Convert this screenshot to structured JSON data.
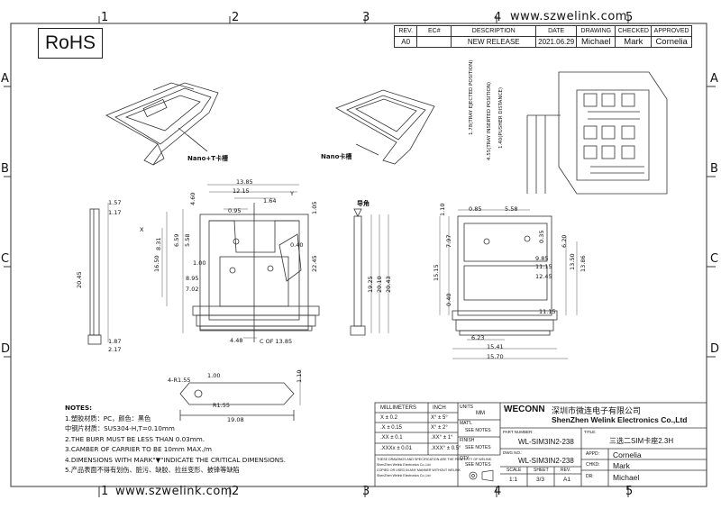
{
  "border": {
    "top_numbers": [
      "1",
      "2",
      "3",
      "4",
      "5"
    ],
    "bottom_numbers": [
      "1",
      "2",
      "3",
      "4",
      "5"
    ],
    "side_letters": [
      "A",
      "B",
      "C",
      "D"
    ]
  },
  "rohs": "RoHS",
  "website": "www.szwelink.com",
  "revision": {
    "headers": [
      "REV.",
      "EC#",
      "DESCRIPTION",
      "DATE",
      "DRAWING",
      "CHECKED",
      "APPROVED"
    ],
    "row": [
      "A0",
      "",
      "NEW RELEASE",
      "2021.06.29",
      "Michael",
      "Mark",
      "Cornelia"
    ]
  },
  "view_labels": {
    "iso_left": "Nano+T卡槽",
    "iso_right": "Nano卡槽",
    "chamfer": "导角"
  },
  "notes": {
    "title": "NOTES:",
    "lines": [
      "1.塑胶材质：PC，颜色：黑色",
      "  中钢片材质：SUS304-H,T=0.10mm",
      "2.THE BURR MUST BE LESS THAN 0.03mm.",
      "3.CAMBER OF CARRIER TO BE 10mm MAX./m",
      "4.DIMENSIONS WITH MARK\"▼\"INDICATE THE CRITICAL DIMENSIONS.",
      "5.产品表面不得有划伤、脏污、缺胶、拉丝变形、披锋等缺陷"
    ]
  },
  "dimensions": {
    "front_left": [
      "1.57",
      "1.17",
      "20.45",
      "1.87",
      "2.17"
    ],
    "front_top": [
      "13.85",
      "12.15",
      "1.64",
      "0.95",
      "1.05"
    ],
    "front_mid": [
      "8.31",
      "6.59",
      "5.58",
      "1.00",
      "8.95",
      "7.02",
      "16.50",
      "0.40",
      "4.60",
      "22.45",
      "4.48",
      "13.85"
    ],
    "side": [
      "19.25",
      "20.10",
      "20.43"
    ],
    "right_view": [
      "0.85",
      "5.58",
      "1.10",
      "15.15",
      "7.97",
      "0.35",
      "9.85",
      "11.15",
      "12.45",
      "0.40",
      "13.50",
      "13.86",
      "6.20",
      "11.15",
      "6.23",
      "15.41",
      "15.70"
    ],
    "iso_callouts": [
      "1.78(TRAY EJECTED POSITION)",
      "4.55(TRAY INSERTED POSITION)",
      "1.40(PUSHER DISTANCE)"
    ],
    "bottom": [
      "R1.55",
      "4-R1.55",
      "1.00",
      "19.08",
      "1.10"
    ],
    "center_mark": "C OF 13.85",
    "axis_x": "X",
    "axis_y": "Y"
  },
  "title_block": {
    "millimeters": "MILLIMETERS",
    "inch": "INCH",
    "tolerances_mm": [
      "X  ± 0.2",
      ".X  ± 0.15",
      ".XX  ± 0.1",
      ".XXXx  ± 0.01"
    ],
    "tolerances_deg": [
      "X°  ± 5°",
      "X°  ± 2°",
      ".XX°  ± 1°",
      ".XXX°  ± 0.5°"
    ],
    "units_label": "UNITS",
    "units_value": "MM",
    "matl_label": "MAT'L",
    "matl_value": "SEE NOTES",
    "finish_label": "FINISH",
    "finish_value": "SEE NOTES",
    "qty_label": "QTY",
    "qty_value": "SEE NOTES",
    "disclaimer": [
      "THESE DRAWINGS AND SPECIFICATION ARE THE PROPERTY OF WELINK",
      "ShenZhen Welink Electronics Co.,Ltd",
      "COPIED OR USED IN ANY MANNER WITHOUT WELINK",
      "ShenZhen Welink Electronics Co.,Ltd"
    ],
    "brand": "WECONN",
    "company_cn": "深圳市微连电子有限公司",
    "company_en": "ShenZhen Welink Electronics Co.,Ltd",
    "part_number_label": "PART NUMBER:",
    "part_number": "WL-SIM3IN2-238",
    "title_label": "TITLE:",
    "title_value": "三选二SIM卡座2.3H",
    "dwg_label": "DWG NO.:",
    "dwg_no": "WL-SIM3IN2-238",
    "appd_label": "APPD:",
    "appd": "Cornelia",
    "chkd_label": "CHKD:",
    "chkd": "Mark",
    "dr_label": "DR:",
    "dr": "Michael",
    "scale_label": "SCALE",
    "scale": "1:1",
    "sheet_label": "SHEET",
    "sheet": "3/3",
    "rev_label": "REV.",
    "rev": "A1"
  },
  "colors": {
    "line": "#333333",
    "paper": "#ffffff"
  }
}
